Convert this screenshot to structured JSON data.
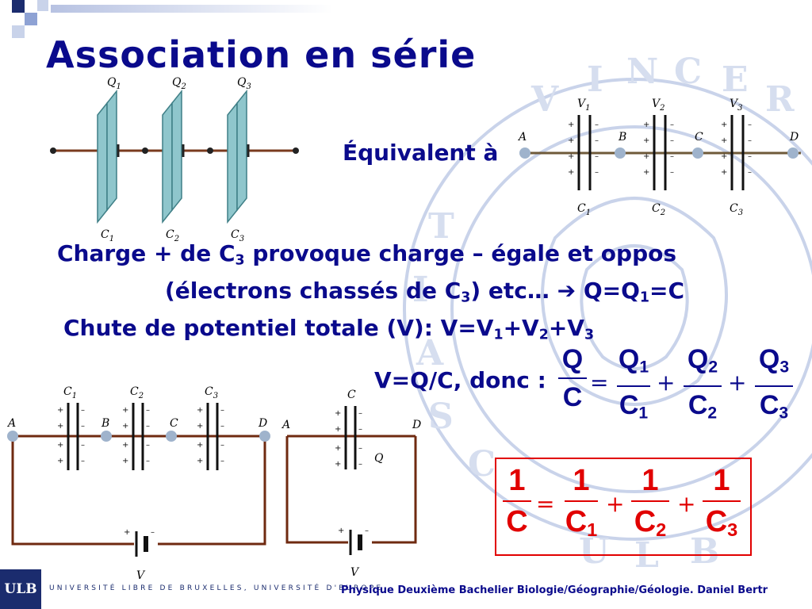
{
  "title": "Association en série",
  "equivalent_label": "Équivalent à",
  "body": {
    "line1_a": "Charge + de C",
    "line1_sub": "3",
    "line1_b": " provoque charge – égale et oppos",
    "line2_a": "(électrons chassés de C",
    "line2_sub": "3",
    "line2_b": ") etc… ",
    "line2_arrow": "➔",
    "line2_c": " Q=Q",
    "line2_sub2": "1",
    "line2_d": "=C",
    "line3_a": "Chute de potentiel totale (V): V=V",
    "line3_s1": "1",
    "line3_b": "+V",
    "line3_s2": "2",
    "line3_c": "+V",
    "line3_s3": "3",
    "line4": "V=Q/C, donc :"
  },
  "formula_q": {
    "lhs_num": "Q",
    "lhs_den": "C",
    "t1_num": "Q",
    "t1_num_sub": "1",
    "t1_den": "C",
    "t1_den_sub": "1",
    "t2_num": "Q",
    "t2_num_sub": "2",
    "t2_den": "C",
    "t2_den_sub": "2",
    "t3_num": "Q",
    "t3_num_sub": "3",
    "t3_den": "C",
    "t3_den_sub": "3",
    "eq": "=",
    "plus": "+"
  },
  "formula_c": {
    "lhs_num": "1",
    "lhs_den": "C",
    "t1_num": "1",
    "t1_den": "C",
    "t1_sub": "1",
    "t2_num": "1",
    "t2_den": "C",
    "t2_sub": "2",
    "t3_num": "1",
    "t3_den": "C",
    "t3_sub": "3",
    "eq": "=",
    "plus": "+"
  },
  "plates_labels": {
    "q1": "Q",
    "q1s": "1",
    "q2": "Q",
    "q2s": "2",
    "q3": "Q",
    "q3s": "3",
    "c1": "C",
    "c1s": "1",
    "c2": "C",
    "c2s": "2",
    "c3": "C",
    "c3s": "3"
  },
  "top_circuit_labels": {
    "v1": "V",
    "v1s": "1",
    "v2": "V",
    "v2s": "2",
    "v3": "V",
    "v3s": "3",
    "a": "A",
    "b": "B",
    "c": "C",
    "d": "D",
    "c1": "C",
    "c1s": "1",
    "c2": "C",
    "c2s": "2",
    "c3": "C",
    "c3s": "3"
  },
  "bottom_left_labels": {
    "c1": "C",
    "c1s": "1",
    "c2": "C",
    "c2s": "2",
    "c3": "C",
    "c3s": "3",
    "a": "A",
    "b": "B",
    "c": "C",
    "d": "D",
    "v": "V"
  },
  "bottom_right_labels": {
    "c": "C",
    "a": "A",
    "d": "D",
    "q": "Q",
    "v": "V"
  },
  "footer": {
    "logo": "ULB",
    "university": "UNIVERSITÉ LIBRE DE BRUXELLES, UNIVERSITÉ D'EUROPE",
    "course": "Physique Deuxième Bachelier Biologie/Géographie/Géologie. Daniel Bertr"
  },
  "colors": {
    "title_blue": "#0a0a8c",
    "formula_red": "#e10000",
    "plate_teal": "#8fc6cc",
    "watermark": "#c9d3ea"
  }
}
